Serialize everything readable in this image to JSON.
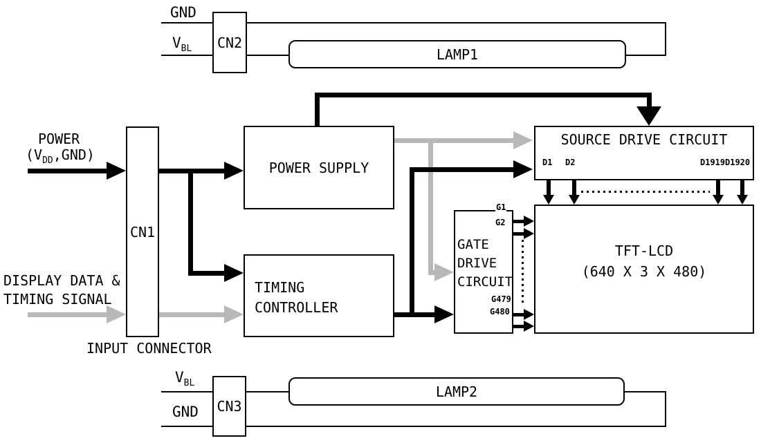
{
  "colors": {
    "wire_black": "#000000",
    "wire_gray": "#b8b8b8"
  },
  "top_backlight": {
    "gnd": "GND",
    "vbl_main": "V",
    "vbl_sub": "BL",
    "connector": "CN2",
    "lamp": "LAMP1"
  },
  "inputs": {
    "power_title": "POWER",
    "power_pre": "(V",
    "power_sub": "DD",
    "power_post": ",GND)",
    "data_line1": "DISPLAY DATA &",
    "data_line2": "TIMING SIGNAL",
    "connector": "CN1",
    "connector_caption": "INPUT CONNECTOR"
  },
  "blocks": {
    "power_supply": "POWER SUPPLY",
    "timing_line1": "TIMING",
    "timing_line2": "CONTROLLER",
    "source_drive": "SOURCE DRIVE CIRCUIT",
    "gate_line1": "GATE",
    "gate_line2": "DRIVE",
    "gate_line3": "CIRCUIT",
    "tft_line1": "TFT-LCD",
    "tft_line2": "(640 X 3 X 480)"
  },
  "pins": {
    "d1": "D1",
    "d2": "D2",
    "d1919": "D1919",
    "d1920": "D1920",
    "g1": "G1",
    "g2": "G2",
    "g479": "G479",
    "g480": "G480"
  },
  "bottom_backlight": {
    "vbl_main": "V",
    "vbl_sub": "BL",
    "gnd": "GND",
    "connector": "CN3",
    "lamp": "LAMP2"
  }
}
